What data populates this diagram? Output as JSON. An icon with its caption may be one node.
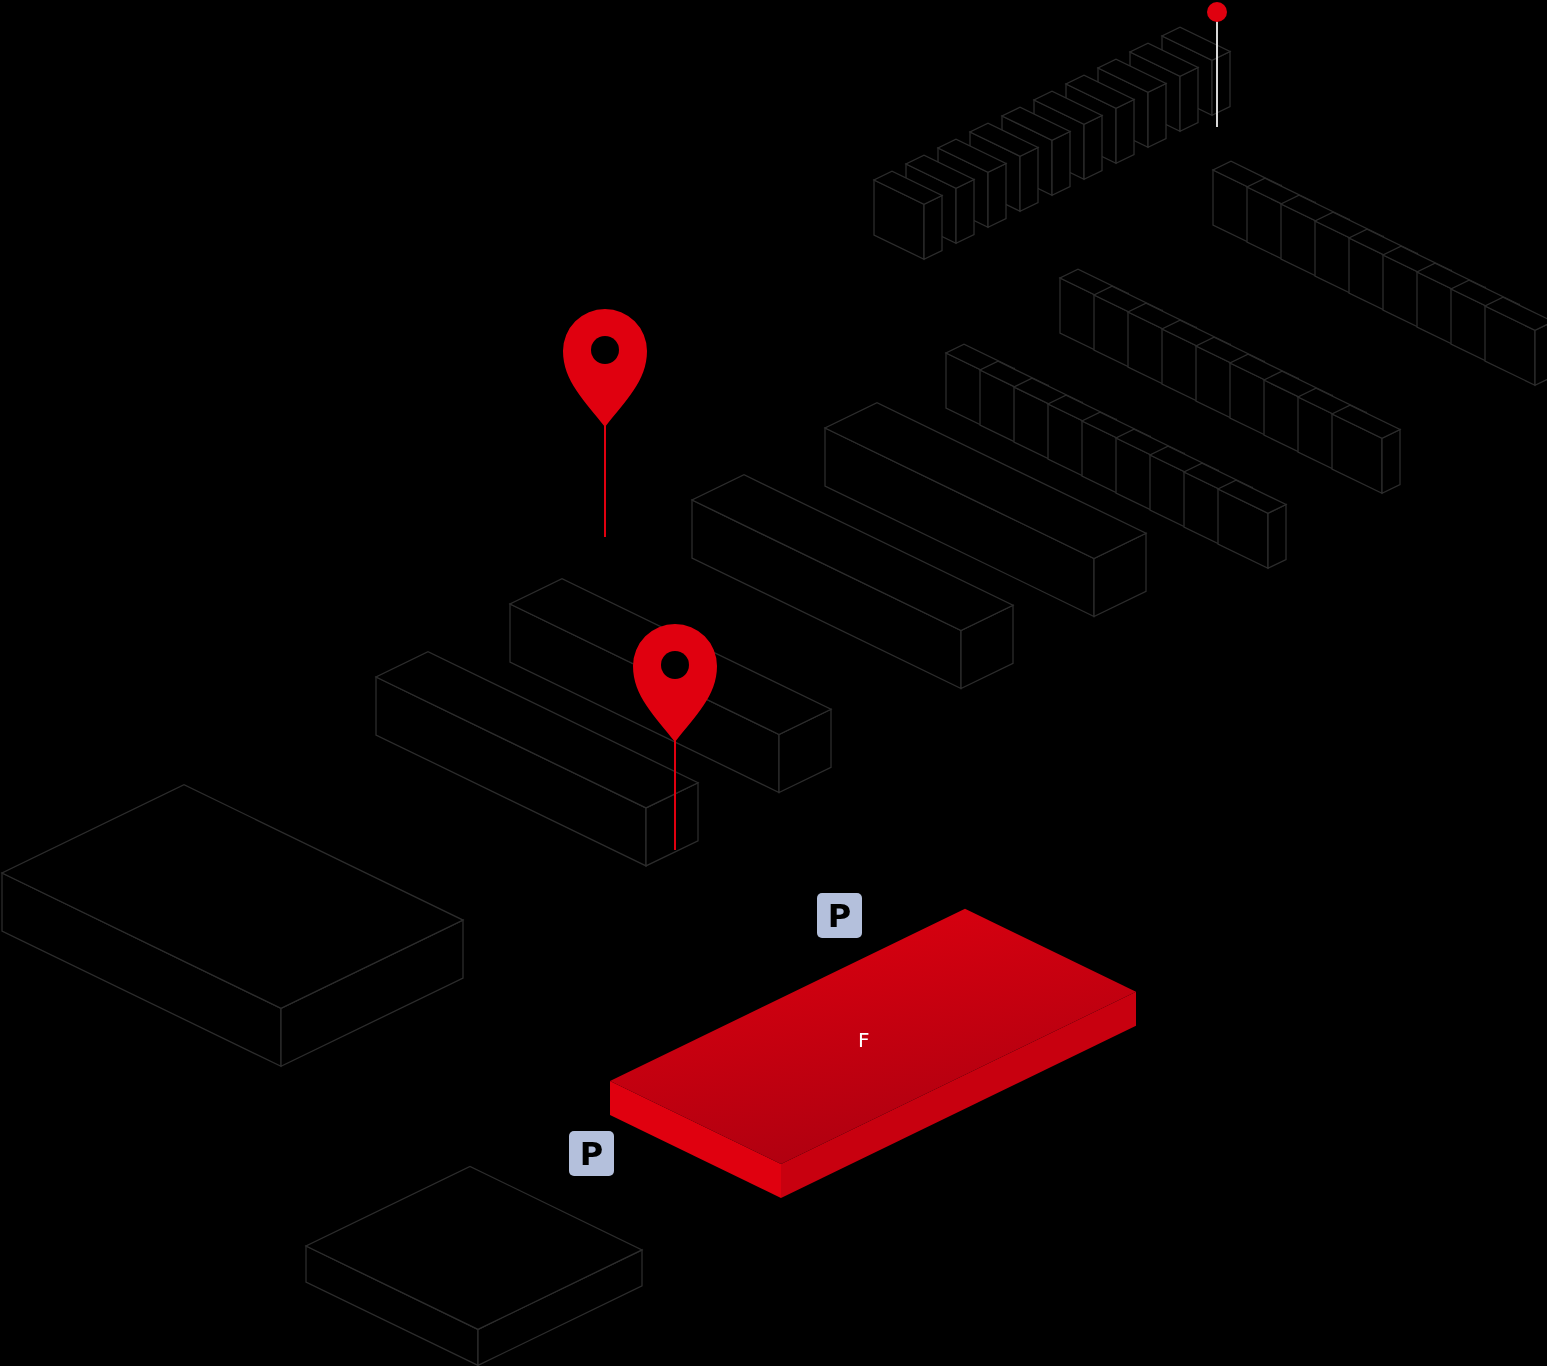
{
  "diagram": {
    "nodes": [
      {
        "text": [
          "P"
        ]
      },
      {
        "text": [
          "F"
        ]
      },
      {
        "text": [
          "P"
        ]
      }
    ]
  }
}
